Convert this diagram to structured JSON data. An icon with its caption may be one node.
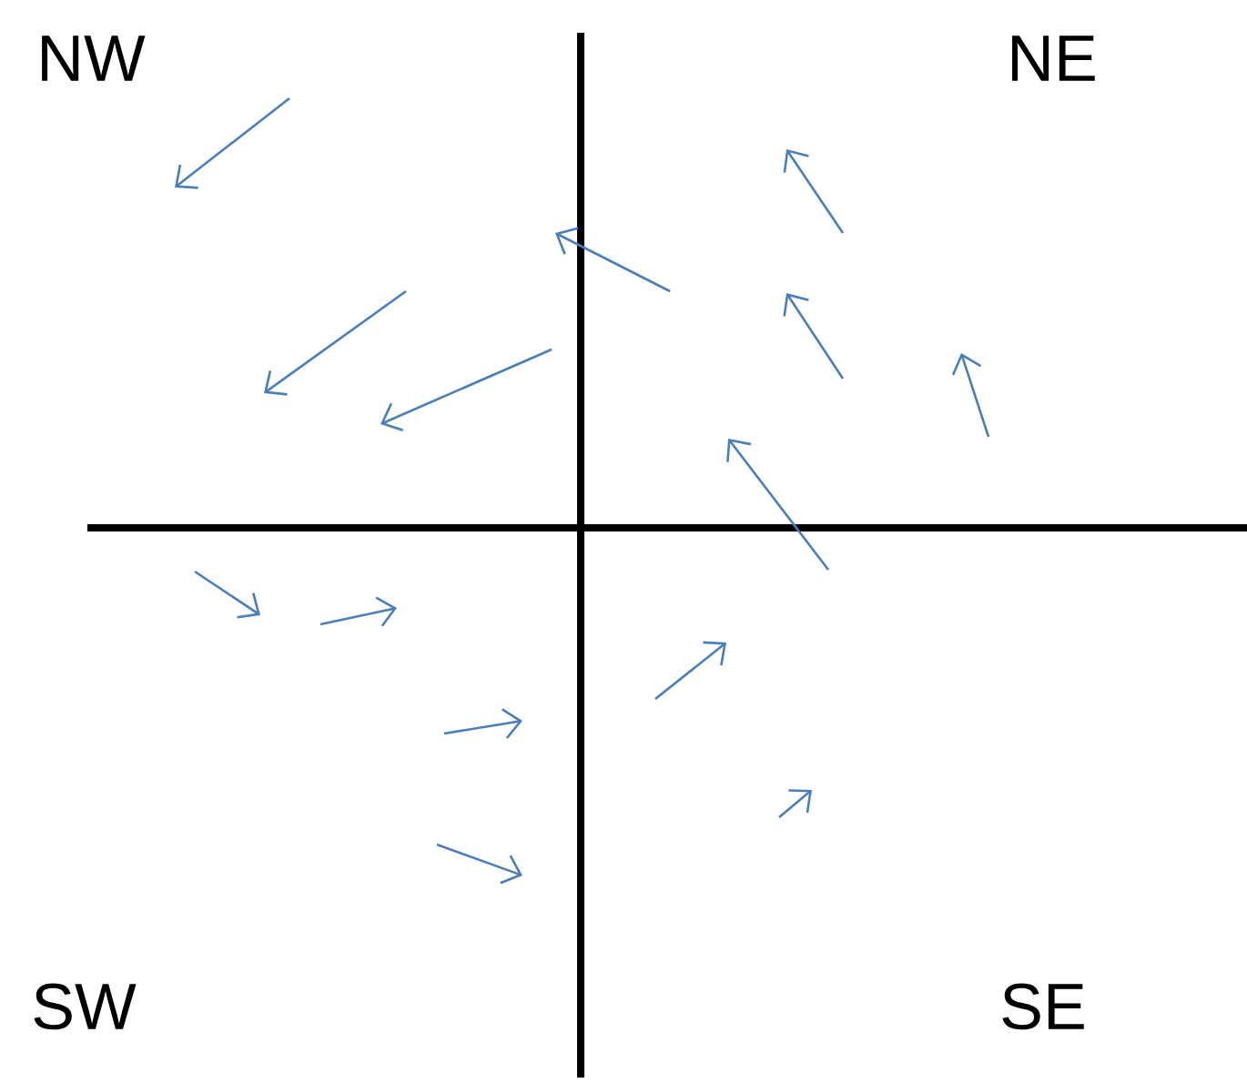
{
  "diagram": {
    "labels": [
      "NW",
      "NE",
      "SW",
      "SE"
    ]
  }
}
